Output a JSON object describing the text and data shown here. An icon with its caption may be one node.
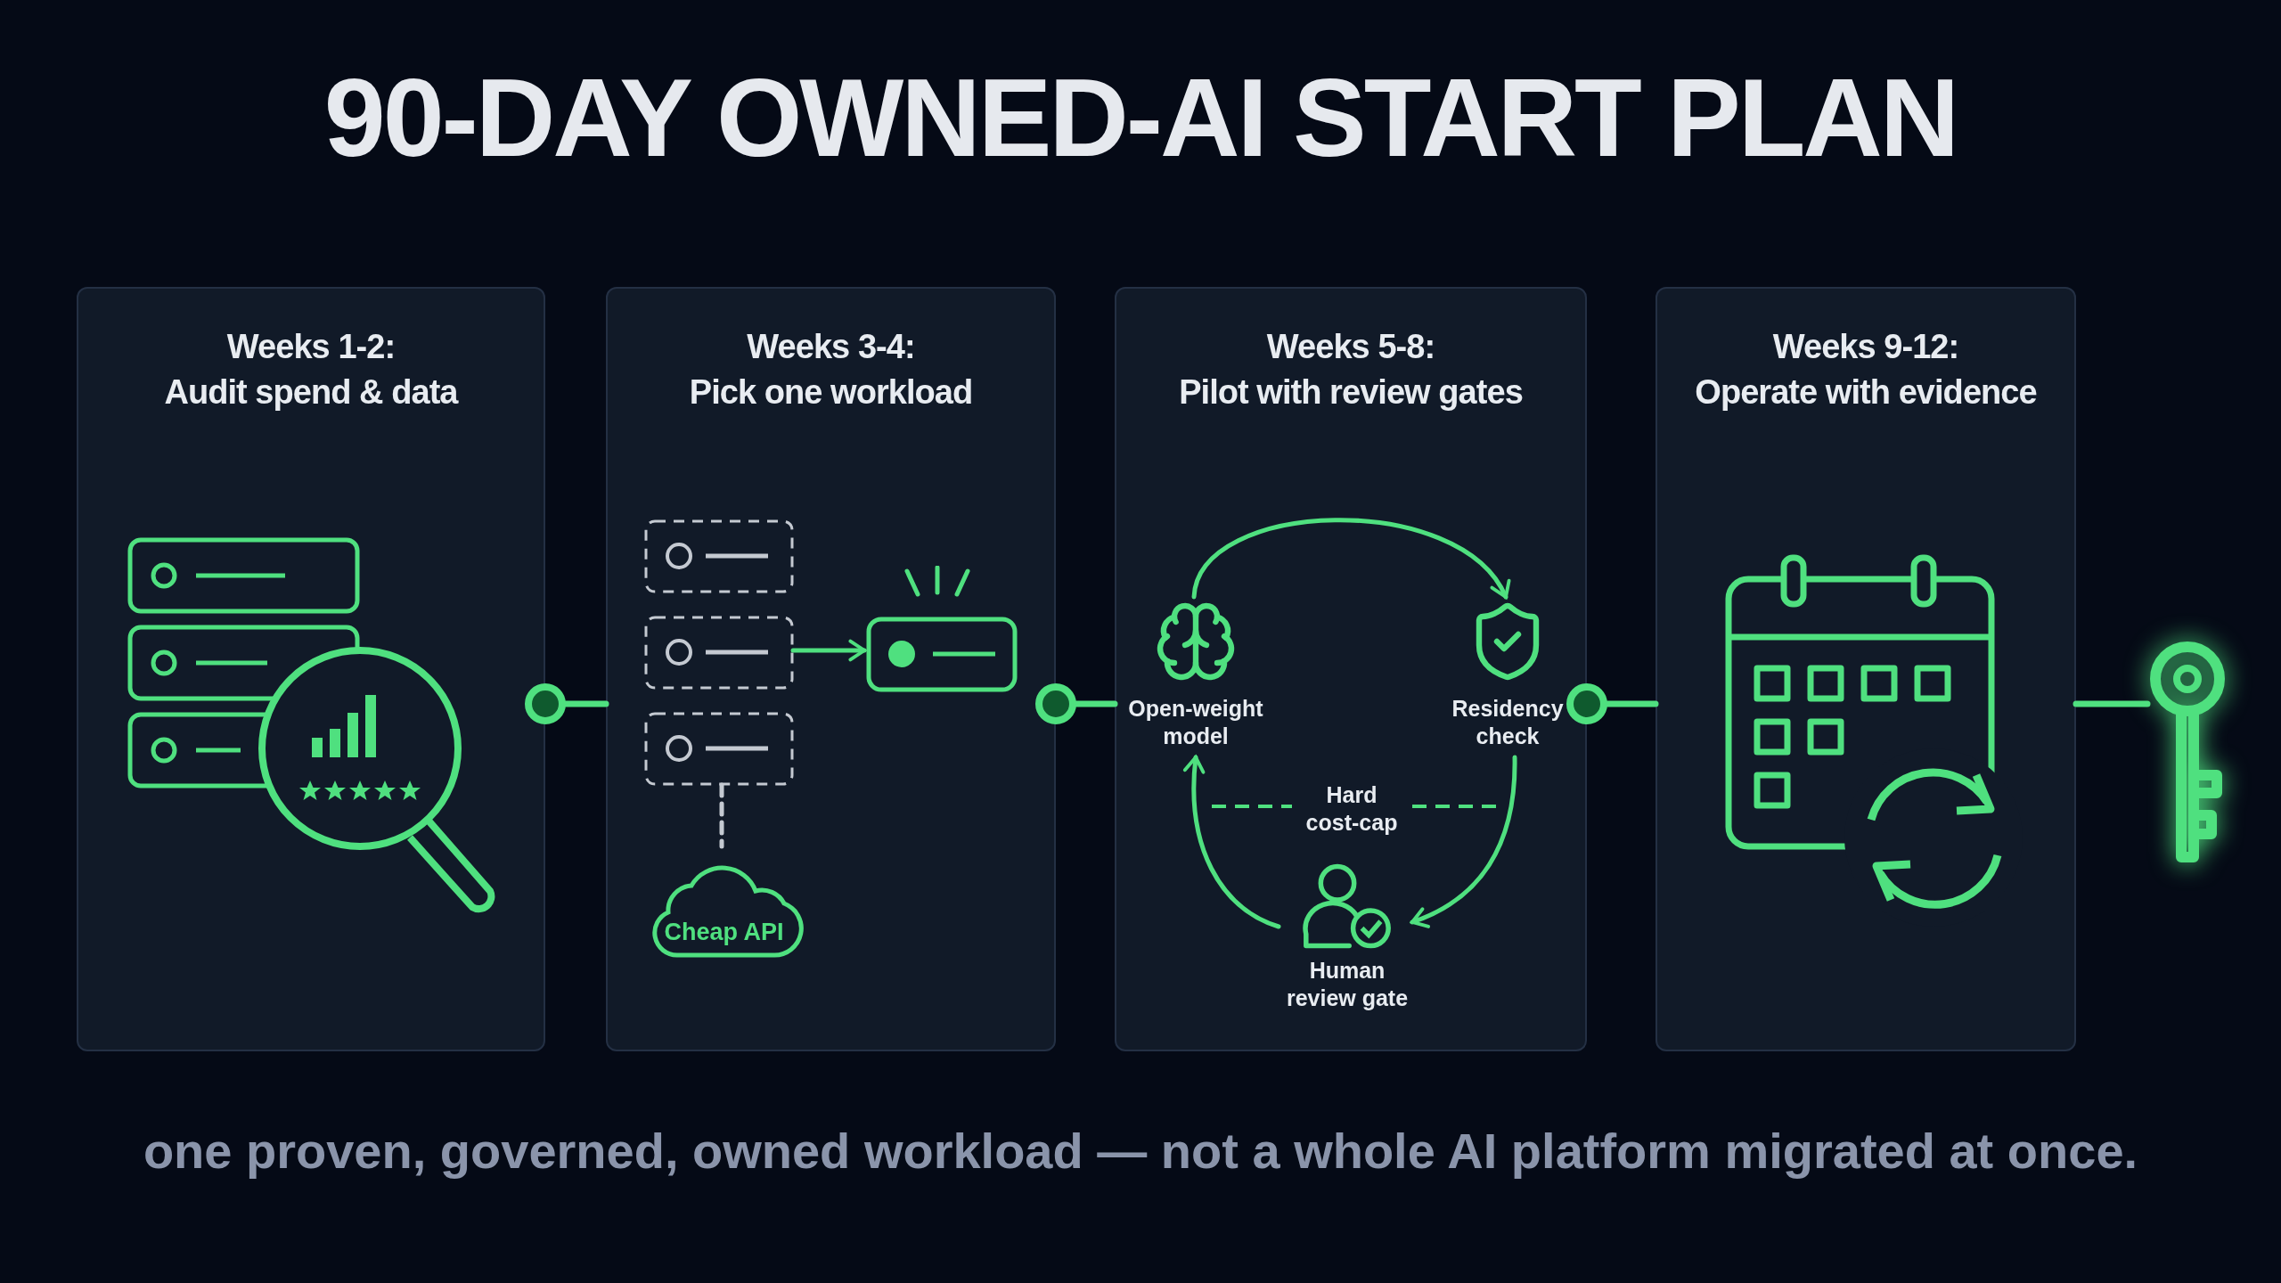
{
  "diagram": {
    "title": "90-DAY OWNED-AI START PLAN",
    "caption": "one proven, governed, owned workload — not a whole AI platform migrated at once.",
    "nodes": [
      {
        "text": [
          "Weeks 1-2:",
          "Audit spend & data"
        ]
      },
      {
        "text": [
          "Weeks 3-4:",
          "Pick one workload"
        ]
      },
      {
        "text": [
          "Weeks 5-8:",
          "Pilot with review gates"
        ]
      },
      {
        "text": [
          "Weeks 9-12:",
          "Operate with evidence"
        ]
      },
      {
        "text": [],
        "shape": "picture"
      },
      {
        "text": [],
        "shape": "box",
        "in": 1
      },
      {
        "text": [],
        "shape": "box",
        "in": 1
      },
      {
        "text": [],
        "shape": "box",
        "in": 1
      },
      {
        "text": [],
        "shape": "box",
        "in": 1
      },
      {
        "text": [
          "Cheap API"
        ],
        "in": 1
      },
      {
        "text": [
          "Open-weight model"
        ],
        "in": 2
      },
      {
        "text": [
          "Residency check"
        ],
        "in": 2
      },
      {
        "text": [
          "Hard cost-cap"
        ],
        "in": 2
      },
      {
        "text": [
          "Human review gate"
        ],
        "in": 2
      }
    ],
    "edges": [
      {
        "from": 0,
        "to": 1,
        "arrow": "other"
      },
      {
        "from": 1,
        "to": 2,
        "arrow": "other"
      },
      {
        "from": 2,
        "to": 3,
        "arrow": "other"
      },
      {
        "from": 3,
        "to": 4,
        "arrow": "none"
      },
      {
        "from": 6,
        "to": 8,
        "arrow": "to"
      },
      {
        "from": 7,
        "to": 9,
        "arrow": "none",
        "style": "dashed",
        "color": "#c4c9d1"
      },
      {
        "from": 10,
        "to": 11,
        "arrow": "to"
      },
      {
        "from": 11,
        "to": 13,
        "arrow": "to"
      },
      {
        "from": 13,
        "to": 10,
        "arrow": "to"
      }
    ]
  }
}
